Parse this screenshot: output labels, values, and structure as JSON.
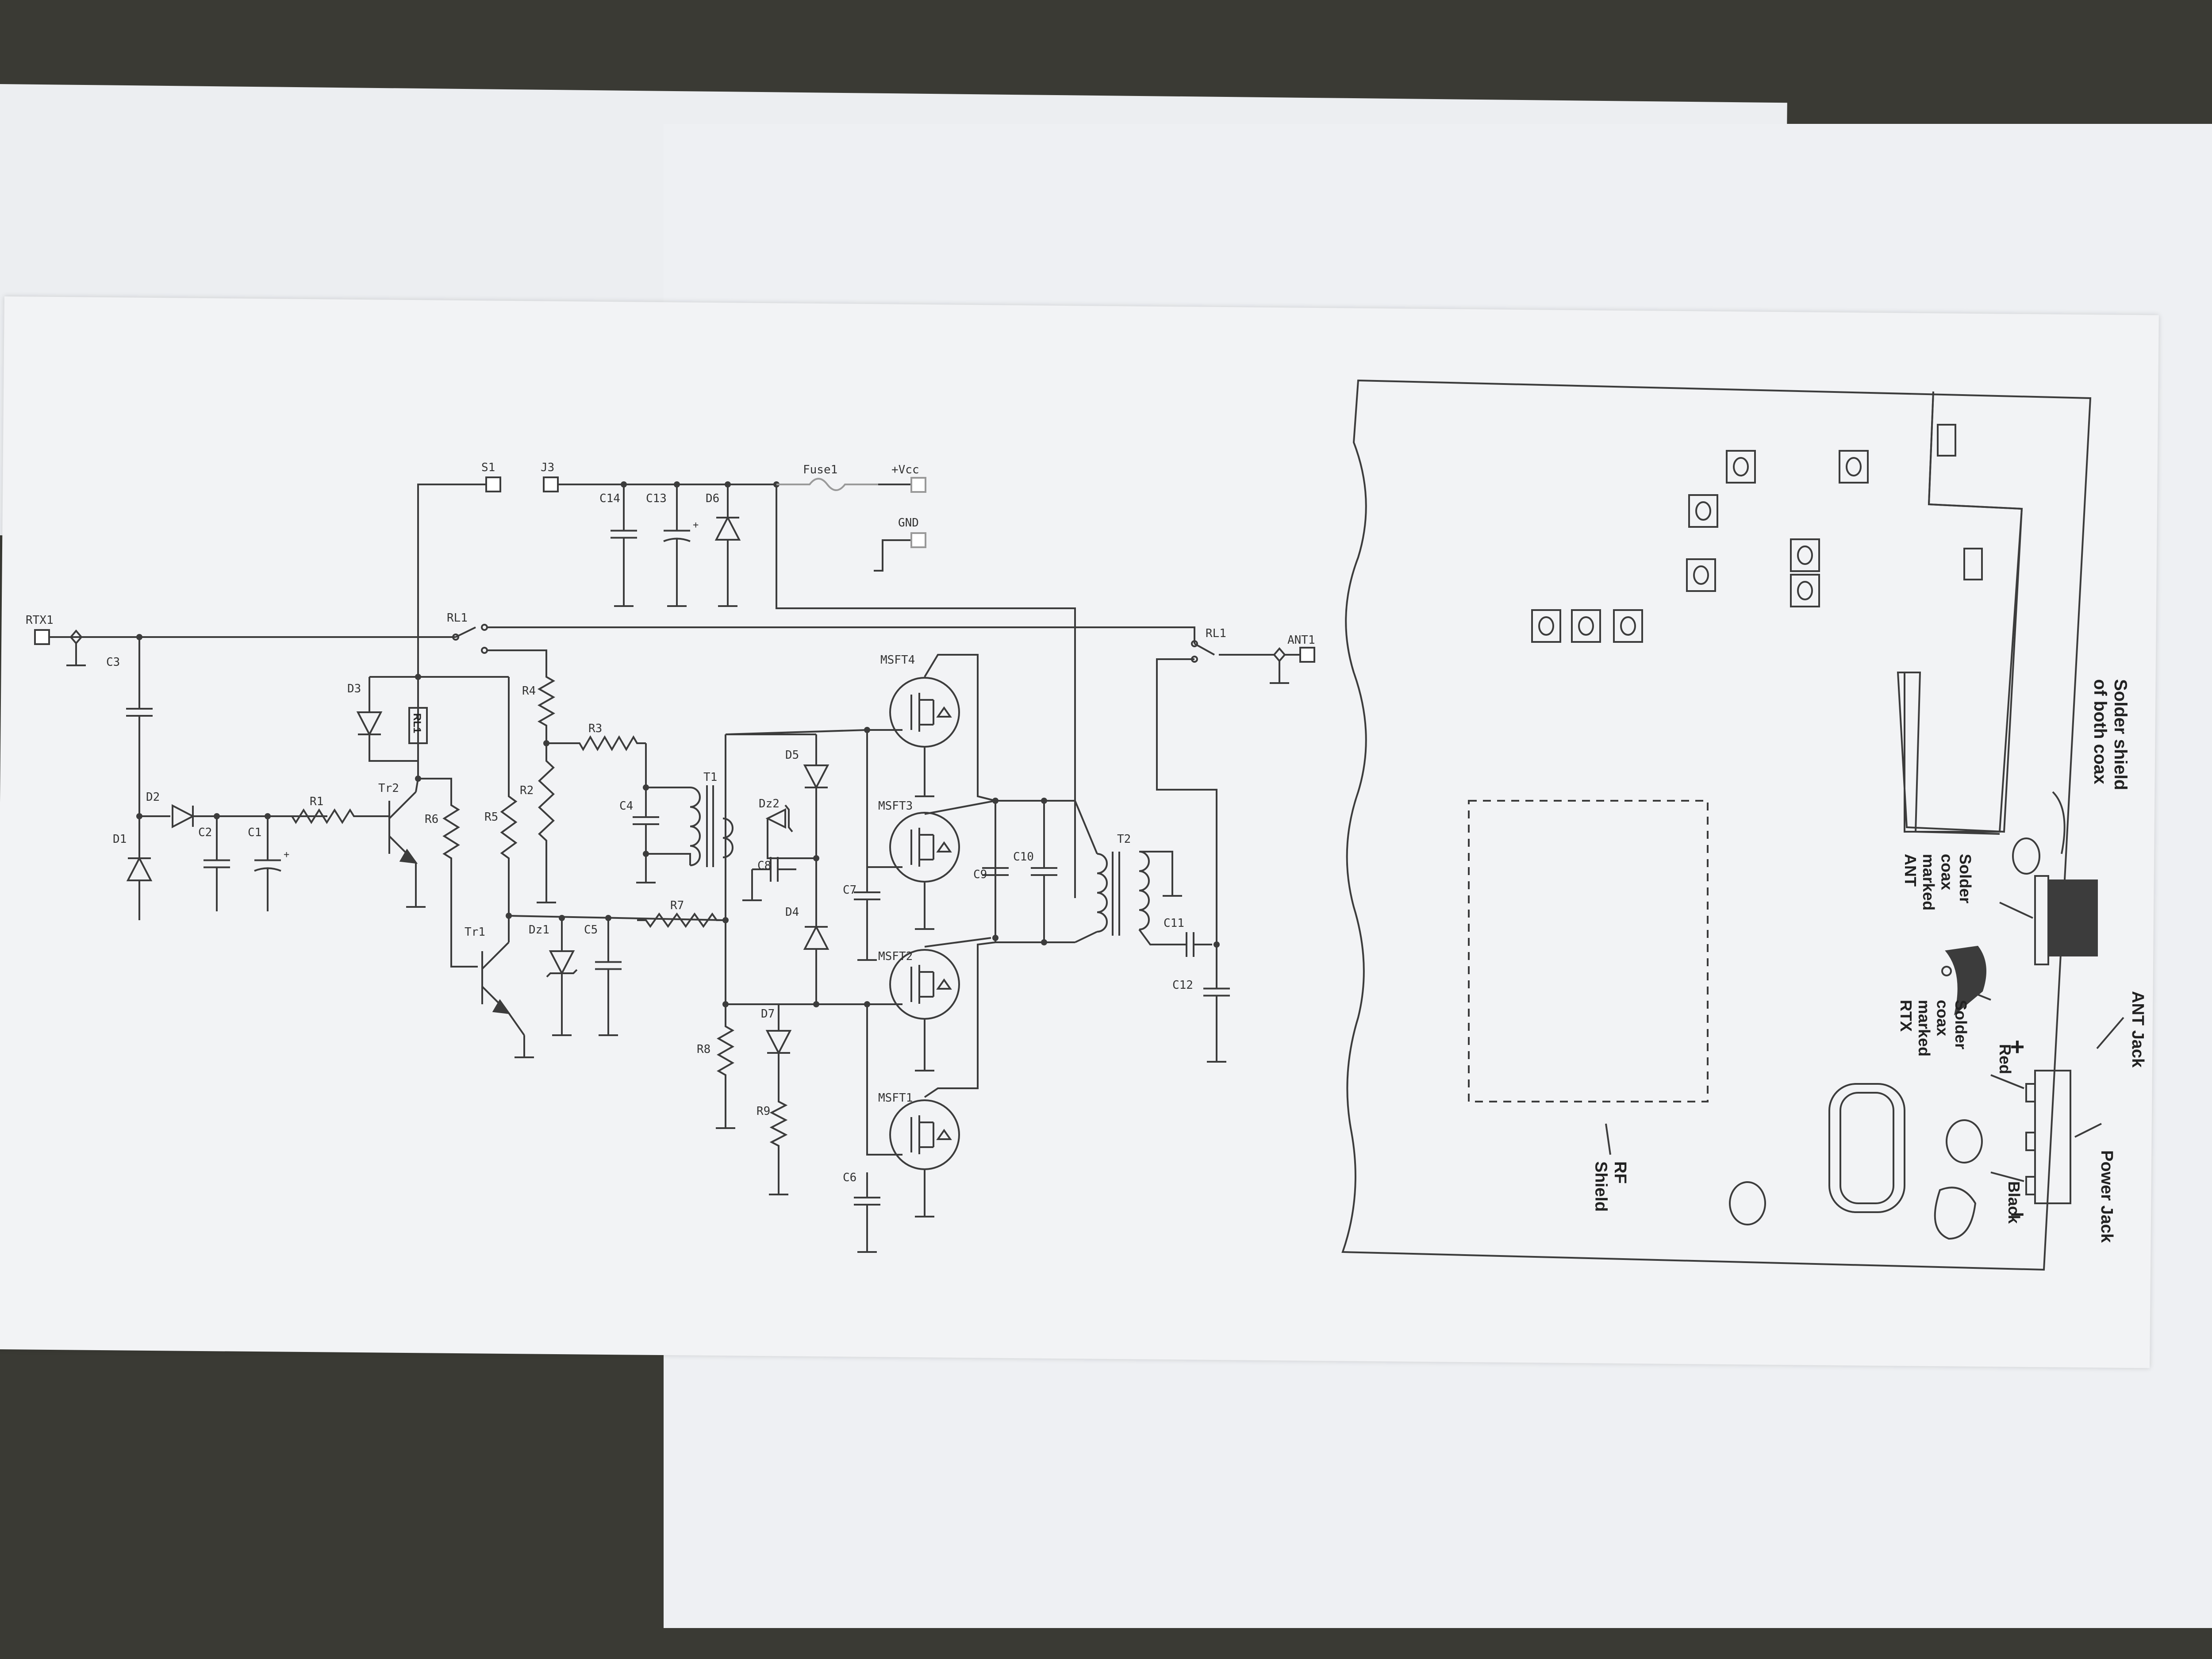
{
  "schematic": {
    "connectors": {
      "rtx": "RTX1",
      "ant": "ANT1",
      "s1": "S1",
      "j3": "J3",
      "fuse": "Fuse1",
      "vcc": "+Vcc",
      "gnd": "GND"
    },
    "relay": {
      "contact_left": "RL1",
      "contact_right": "RL1",
      "coil": "RL1"
    },
    "capacitors": [
      "C1",
      "C2",
      "C3",
      "C4",
      "C5",
      "C6",
      "C7",
      "C8",
      "C9",
      "C10",
      "C11",
      "C12",
      "C13",
      "C14"
    ],
    "resistors": [
      "R1",
      "R2",
      "R3",
      "R4",
      "R5",
      "R6",
      "R7",
      "R8",
      "R9"
    ],
    "diodes": [
      "D1",
      "D2",
      "D3",
      "D4",
      "D5",
      "D6",
      "D7"
    ],
    "zeners": [
      "Dz1",
      "Dz2"
    ],
    "transistors": [
      "Tr1",
      "Tr2"
    ],
    "mosfets": [
      "MSFT1",
      "MSFT2",
      "MSFT3",
      "MSFT4"
    ],
    "transformers": [
      "T1",
      "T2"
    ],
    "polarity_plus": "+"
  },
  "layout": {
    "solder_shield": "Solder shield\nof both coax",
    "solder_ant": "Solder\ncoax\nmarked\nANT",
    "solder_rtx": "Solder\ncoax\nmarked\nRTX",
    "ant_jack": "ANT Jack",
    "power_jack": "Power Jack",
    "rf_shield": "RF\nShield",
    "red": "Red",
    "black": "Black",
    "plus": "+",
    "minus": "–"
  },
  "colors": {
    "background": "#3a3a34",
    "paper": "#f1f2f4",
    "ink": "#3c3c3c"
  }
}
